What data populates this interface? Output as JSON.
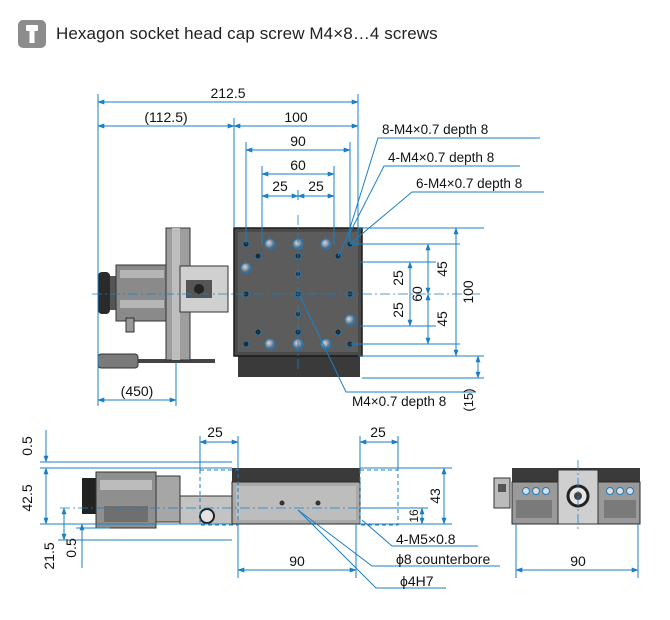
{
  "header": {
    "icon": "hex-socket-screw-icon",
    "title": "Hexagon socket head cap screw M4×8…4 screws"
  },
  "top_view": {
    "dim_overall_width": "212.5",
    "dim_offset": "(112.5)",
    "dim_stage_width": "100",
    "dim_90": "90",
    "dim_60": "60",
    "dim_25a": "25",
    "dim_25b": "25",
    "dim_right_25a": "25",
    "dim_right_25b": "25",
    "dim_right_60": "60",
    "dim_right_45a": "45",
    "dim_right_45b": "45",
    "dim_right_100": "100",
    "dim_right_15": "(15)",
    "dim_cable": "(450)",
    "callout_1": "8-M4×0.7 depth 8",
    "callout_2": "4-M4×0.7 depth 8",
    "callout_3": "6-M4×0.7 depth 8",
    "callout_4": "M4×0.7 depth 8"
  },
  "side_view": {
    "dim_0_5_top": "0.5",
    "dim_42_5": "42.5",
    "dim_21_5": "21.5",
    "dim_0_5_bottom": "0.5",
    "dim_25_left": "25",
    "dim_25_right": "25",
    "dim_43": "43",
    "dim_16": "16",
    "dim_90": "90",
    "callout_1": "4-M5×0.8",
    "callout_2": "ϕ8 counterbore",
    "callout_3": "ϕ4H7"
  },
  "end_view": {
    "dim_90": "90"
  },
  "colors": {
    "dimension_line": "#1b7fc4",
    "stage_dark": "#2f2f2f",
    "stage_mid": "#6a6a6a",
    "stage_light": "#a9a9a9",
    "icon_bg": "#8c8c8c"
  }
}
